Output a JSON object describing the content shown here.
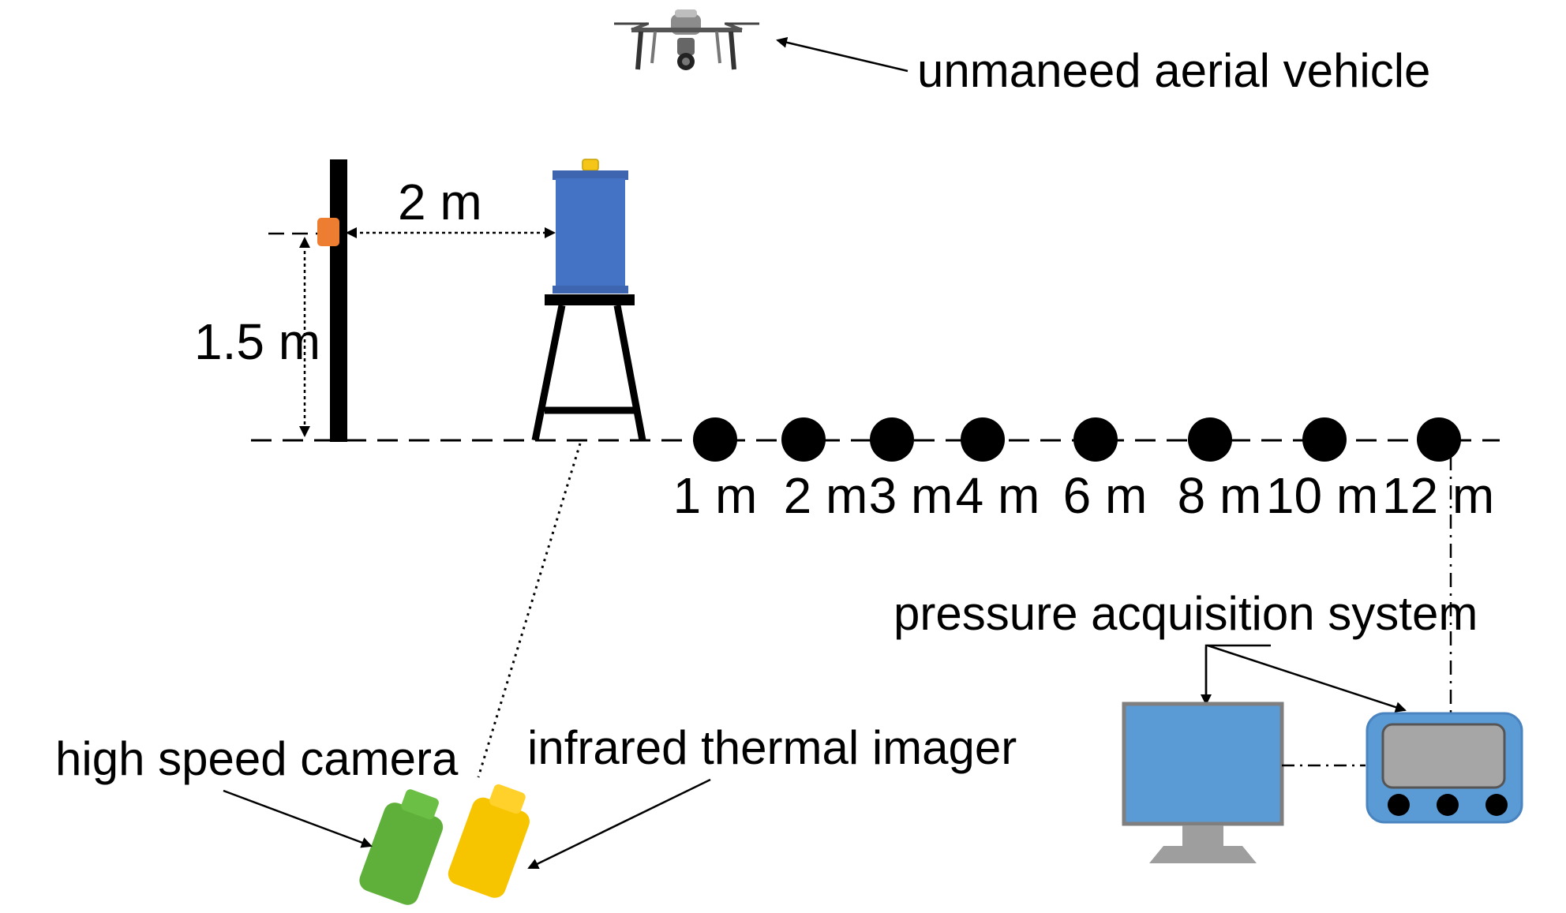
{
  "labels": {
    "uav": "unmaneed aerial vehicle",
    "horizontal_distance": "2 m",
    "height": "1.5 m",
    "high_speed_camera": "high speed camera",
    "infrared_imager": "infrared thermal imager",
    "pressure_system": "pressure acquisition system"
  },
  "sensor_distances": [
    "1 m",
    "2 m",
    "3 m",
    "4 m",
    "6 m",
    "8 m",
    "10 m",
    "12 m"
  ],
  "colors": {
    "tank": "#4472c4",
    "tank_cap": "#f5c518",
    "sensor": "#ed7d31",
    "camera_green": "#5fb03a",
    "imager_yellow": "#f7c400",
    "monitor": "#5b9bd5",
    "stand": "#9e9e9e",
    "acquisition_screen": "#a6a6a6"
  },
  "icons": [
    "drone-icon",
    "explosive-tank-icon",
    "pressure-sensor-icon",
    "camera-icon",
    "thermal-imager-icon",
    "computer-monitor-icon",
    "data-acquisition-device-icon"
  ]
}
